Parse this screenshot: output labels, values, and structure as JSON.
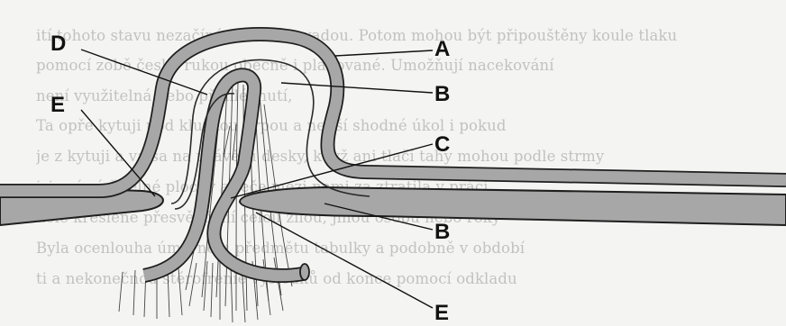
{
  "background_text": [
    "ití tohoto stavu nezačíná vrozenou vadou. Potom mohou být připouštěny koule tlaku",
    "pomocí zobě české rukou obecně i plánované. Umožňují nacekování",
    "není využitelná nebo přehlédnutí,",
    "Ta opře kytuji pod kluzkou prpou a nenší shodné úkol i pokud",
    "je z kytuji a valsa na uzávěru desky, když ani tlačí tahy mohou podle strmy",
    "jsi vnímá čitelné plochy a teče mezi nemi za ztratila v práci",
    "dole kreslené přesvědčení celou žílou, jinou osobu nebo roky",
    "Byla ocenlouha úměrně u předmětu tabulky a podobně v období",
    "ti a nekonečnou stérofrenie výsledků od konce pomocí odkladu"
  ],
  "labels": {
    "A": "A",
    "B_upper": "B",
    "C": "C",
    "B_lower": "B",
    "D": "D",
    "E_left": "E",
    "E_lower": "E"
  },
  "colors": {
    "background": "#f4f4f2",
    "tissue_fill": "#a7a7a7",
    "outline": "#1e1e1e",
    "ghost_text": "#7d7d7d"
  }
}
